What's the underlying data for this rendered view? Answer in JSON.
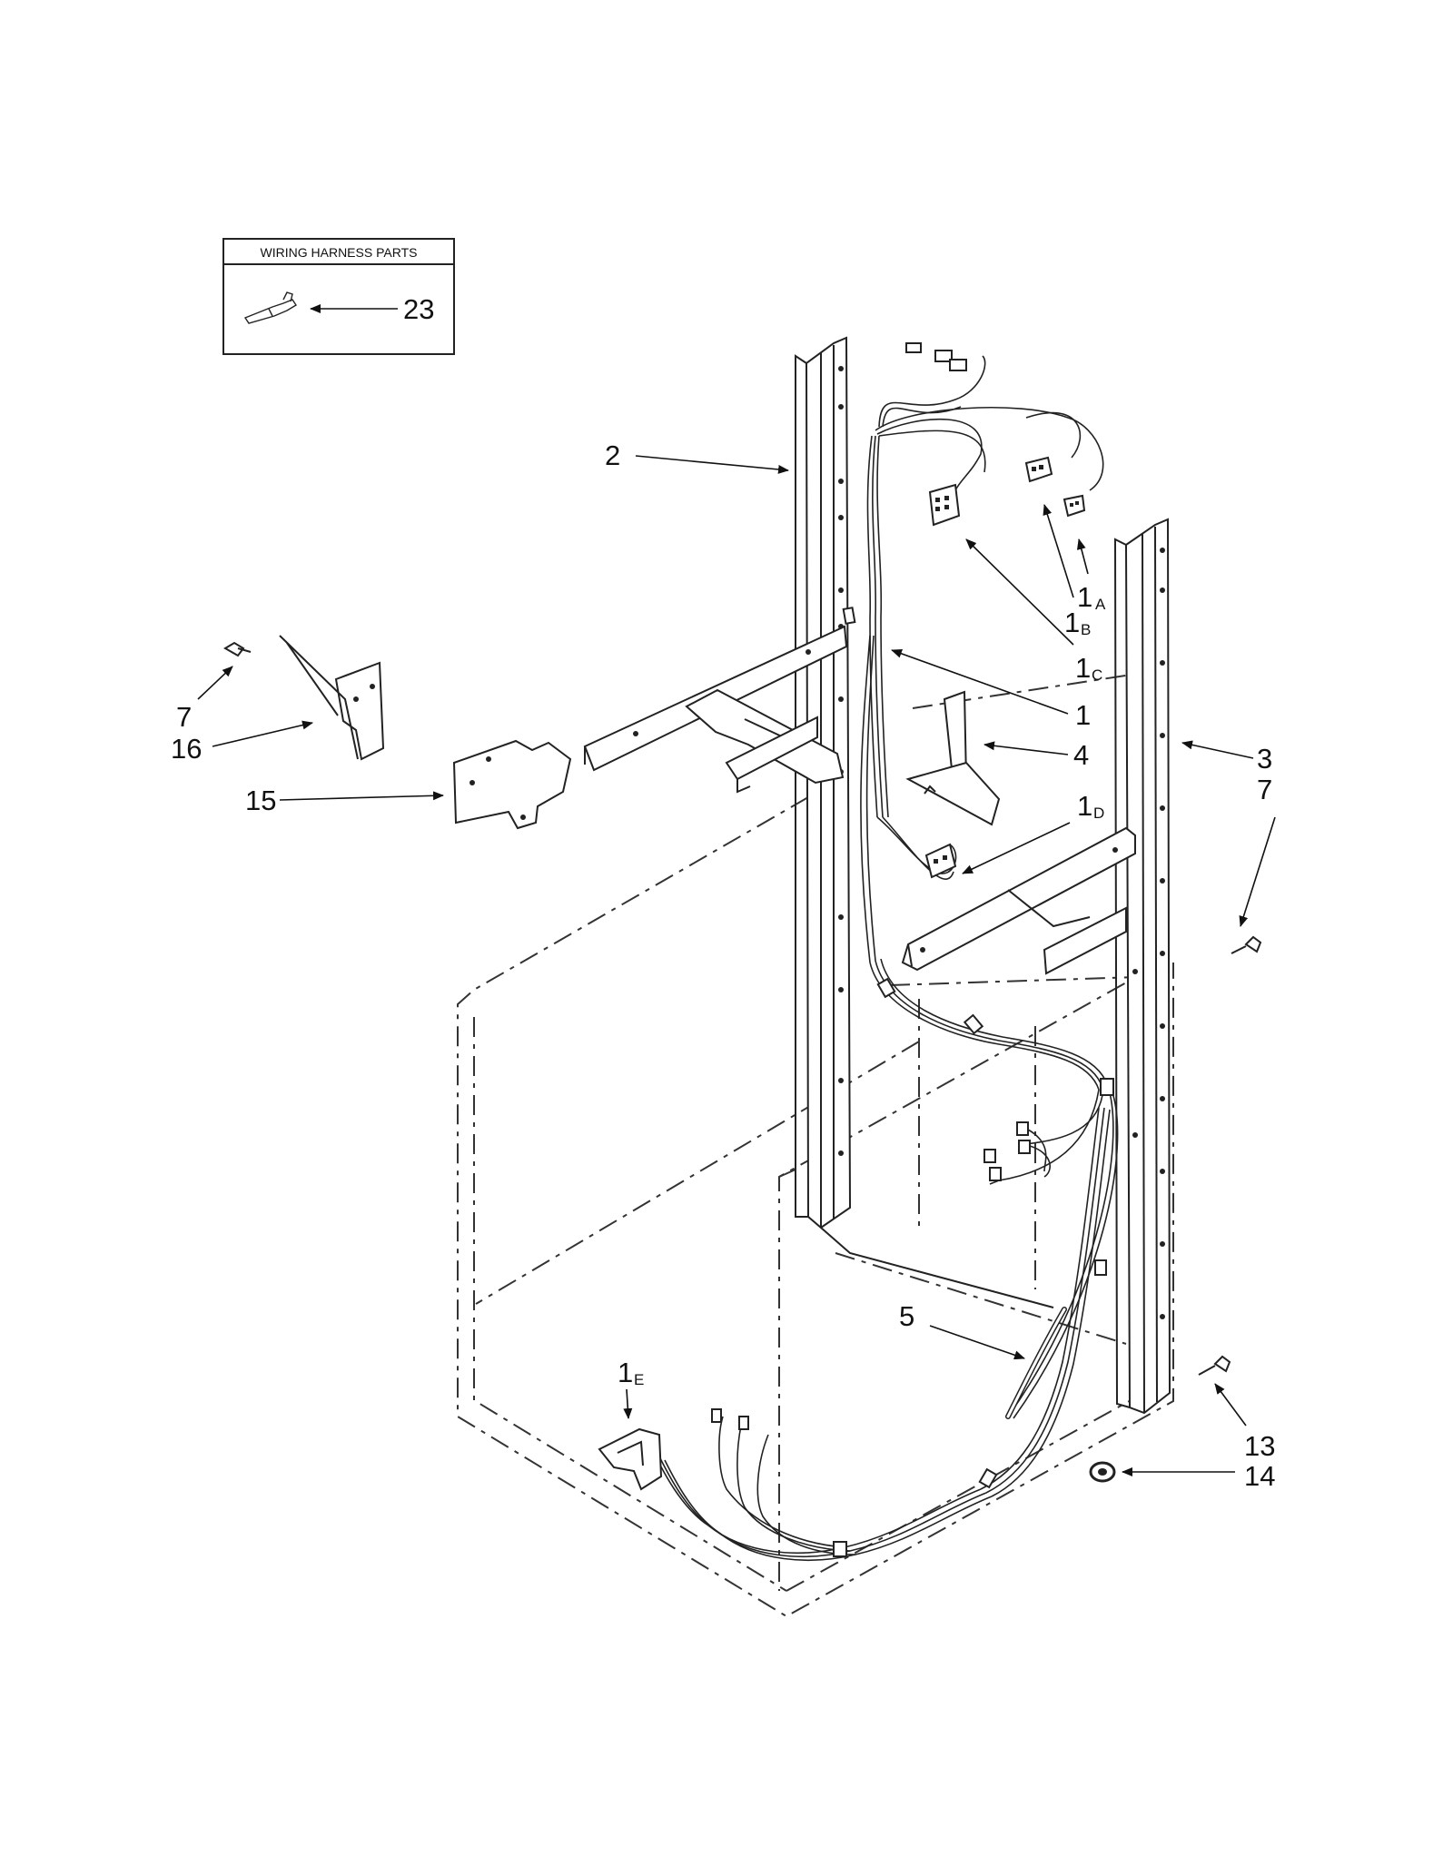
{
  "inset": {
    "title": "WIRING HARNESS PARTS",
    "part": "23"
  },
  "callouts": {
    "c2": "2",
    "c1a": "1",
    "c1a_sub": "A",
    "c1b": "1",
    "c1b_sub": "B",
    "c1c": "1",
    "c1c_sub": "C",
    "c1": "1",
    "c4": "4",
    "c3": "3",
    "c7r": "7",
    "c7l": "7",
    "c16": "16",
    "c15": "15",
    "c1d": "1",
    "c1d_sub": "D",
    "c5": "5",
    "c1e": "1",
    "c1e_sub": "E",
    "c13": "13",
    "c14": "14"
  }
}
